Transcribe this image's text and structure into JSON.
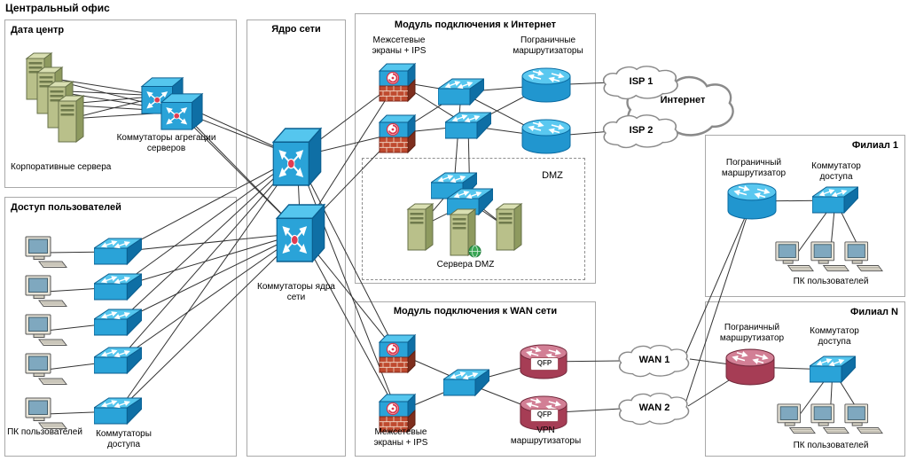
{
  "title": "Центральный офис",
  "datacenter": {
    "title": "Дата центр",
    "servers_label": "Корпоративные сервера",
    "agg_label": "Коммутаторы агрегации серверов"
  },
  "core": {
    "title": "Ядро сети",
    "switches_label": "Коммутаторы ядра сети"
  },
  "internet_module": {
    "title": "Модуль подключения к Интернет",
    "fw_label": "Межсетевые экраны + IPS",
    "border_routers_label": "Пограничные маршрутизаторы",
    "dmz_label": "DMZ",
    "dmz_servers_label": "Сервера DMZ"
  },
  "access": {
    "title": "Доступ пользователей",
    "pc_label": "ПК пользователей",
    "switches_label": "Коммутаторы доступа"
  },
  "wan_module": {
    "title": "Модуль подключения к WAN сети",
    "fw_label": "Межсетевые экраны + IPS",
    "vpn_label": "VPN маршрутизаторы",
    "qfp": "QFP"
  },
  "branch1": {
    "title": "Филиал 1",
    "router_label": "Пограничный маршрутизатор",
    "switch_label": "Коммутатор доступа",
    "pc_label": "ПК пользователей"
  },
  "branchN": {
    "title": "Филиал N",
    "router_label": "Пограничный маршрутизатор",
    "switch_label": "Коммутатор доступа",
    "pc_label": "ПК пользователей"
  },
  "clouds": {
    "isp1": "ISP 1",
    "isp2": "ISP 2",
    "internet": "Интернет",
    "wan1": "WAN 1",
    "wan2": "WAN 2"
  }
}
